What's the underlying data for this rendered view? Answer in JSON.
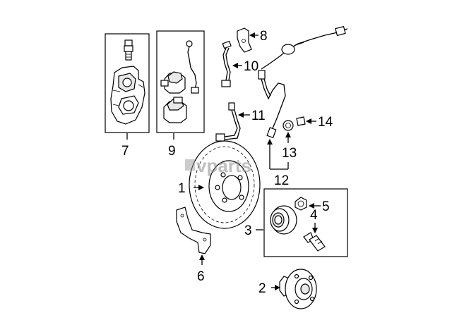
{
  "watermark": "vparts",
  "callouts": {
    "c1": "1",
    "c2": "2",
    "c3": "3",
    "c4": "4",
    "c5": "5",
    "c6": "6",
    "c7": "7",
    "c8": "8",
    "c9": "9",
    "c10": "10",
    "c11": "11",
    "c12": "12",
    "c13": "13",
    "c14": "14"
  }
}
